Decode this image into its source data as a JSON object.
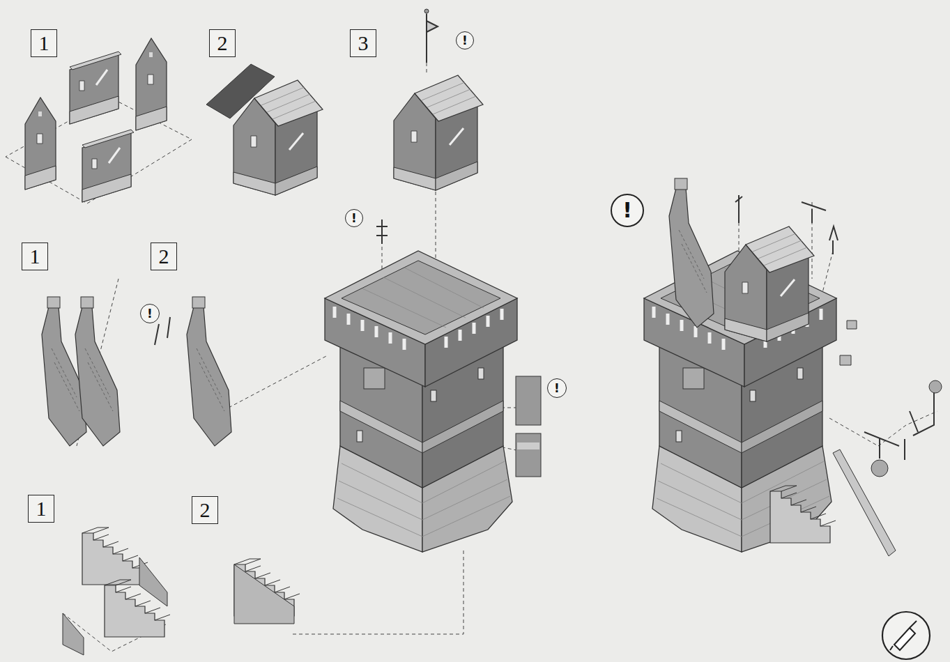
{
  "diagram": {
    "nodes": [
      {
        "text": [
          "1"
        ]
      },
      {
        "text": [
          "2"
        ]
      },
      {
        "text": [
          "3"
        ]
      },
      {
        "text": [
          "!"
        ]
      },
      {
        "text": [
          "!"
        ]
      },
      {
        "text": [
          "!"
        ]
      },
      {
        "text": [
          "1"
        ]
      },
      {
        "text": [
          "2"
        ]
      },
      {
        "text": [
          "!"
        ]
      },
      {
        "text": [
          "!"
        ]
      },
      {
        "text": [
          "1"
        ]
      },
      {
        "text": [
          "2"
        ]
      }
    ]
  }
}
